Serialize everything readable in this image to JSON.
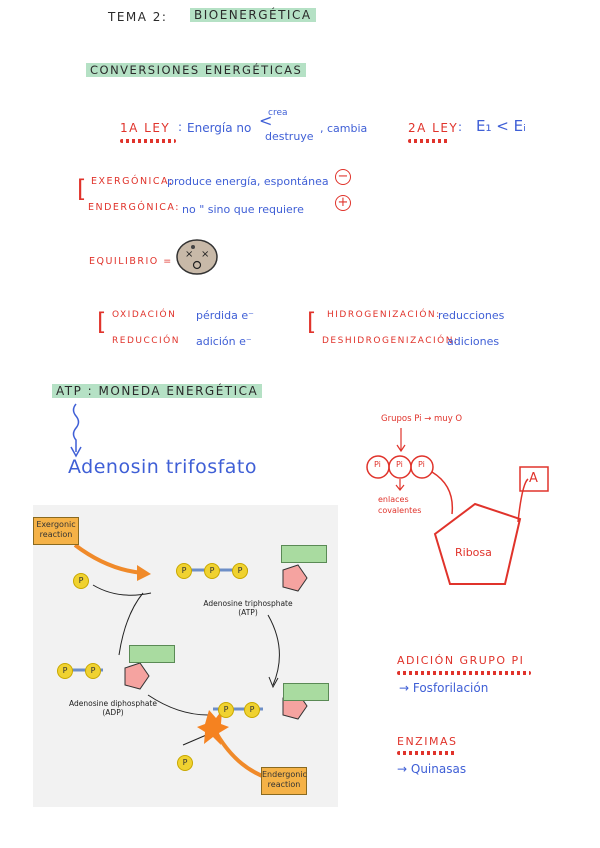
{
  "title": {
    "label": "TEMA 2:",
    "topic": "BIOENERGÉTICA"
  },
  "section1": {
    "heading": "CONVERSIONES ENERGÉTICAS"
  },
  "ley1": {
    "label": "1A LEY",
    "text": "Energía no",
    "crea": "crea",
    "destruye": "destruye",
    "cambia": ", cambia"
  },
  "ley2": {
    "label": "2A LEY",
    "formula": "E₁ < Eᵢ"
  },
  "reactions": {
    "exergonica": {
      "label": "EXERGÓNICA:",
      "text": "produce energía, espontánea",
      "sign": "−"
    },
    "endergonica": {
      "label": "ENDERGÓNICA:",
      "text": "no  \"  sino que requiere",
      "sign": "+"
    }
  },
  "equilibrio": {
    "label": "EQUILIBRIO ="
  },
  "redox": {
    "oxidacion": {
      "label": "OXIDACIÓN",
      "text": "pérdida e⁻"
    },
    "reduccion": {
      "label": "REDUCCIÓN",
      "text": "adición e⁻"
    },
    "hidrogenizacion": {
      "label": "HIDROGENIZACIÓN:",
      "text": "reducciones"
    },
    "deshidrogenizacion": {
      "label": "DESHIDROGENIZACIÓN:",
      "text": "adiciones"
    }
  },
  "section2": {
    "heading": "ATP : MONEDA ENERGÉTICA",
    "name": "Adenosin trifosfato"
  },
  "diagram": {
    "grupos": "Grupos Pi → muy O",
    "pi": "Pi",
    "enlaces": "enlaces covalentes",
    "ribosa": "Ribosa",
    "adenine": "A"
  },
  "figure": {
    "exergonic": "Exergonic reaction",
    "endergonic": "Endergonic reaction",
    "atp": "Adenosine triphosphate (ATP)",
    "adp": "Adenosine diphosphate (ADP)",
    "p": "P"
  },
  "adicion": {
    "label": "ADICIÓN GRUPO Pi",
    "text": "→ Fosforilación"
  },
  "enzimas": {
    "label": "ENZIMAS",
    "text": "→ Quinasas"
  },
  "colors": {
    "red": "#e0332b",
    "blue": "#3f5fd6",
    "highlight": "#78c896"
  }
}
